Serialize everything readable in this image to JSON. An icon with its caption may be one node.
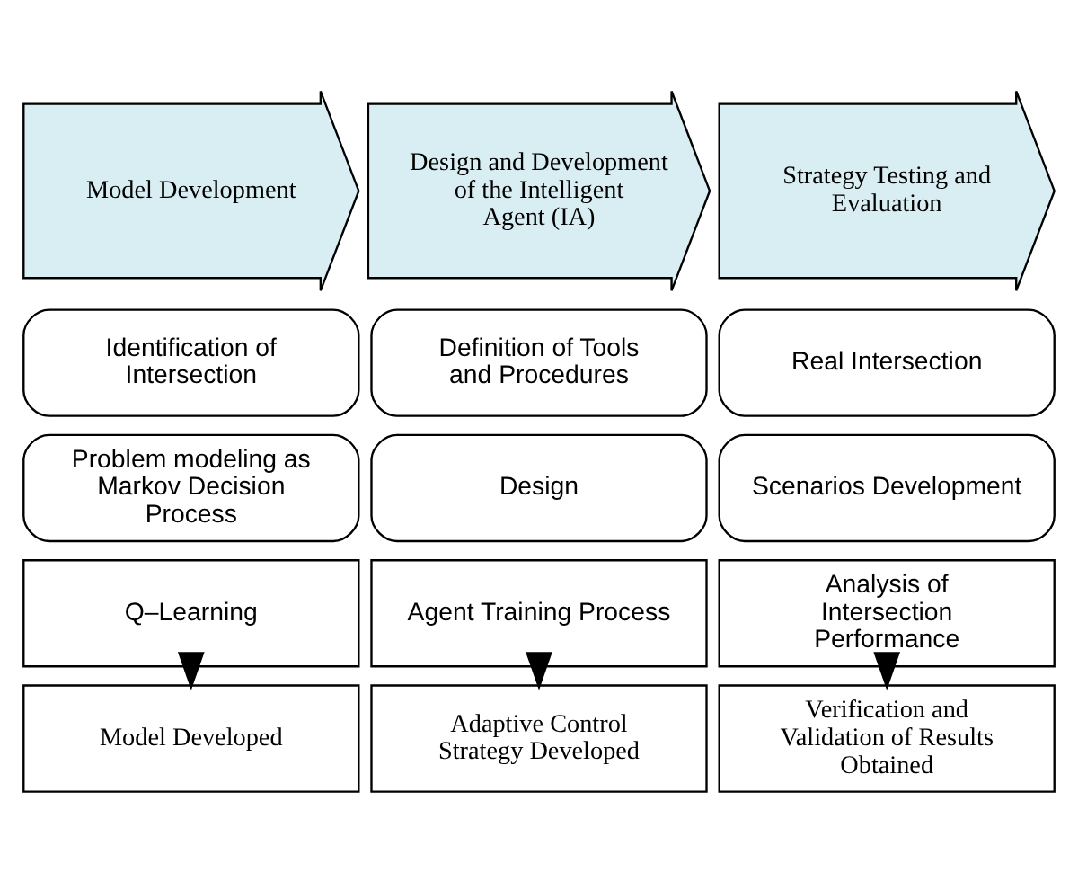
{
  "diagram": {
    "nodes": [
      {
        "text": [
          "Model Development"
        ]
      },
      {
        "text": [
          "Design and Development of the Intelligent Agent (IA)"
        ]
      },
      {
        "text": [
          "Strategy Testing and Evaluation"
        ]
      },
      {
        "text": [
          "Identification of Intersection"
        ]
      },
      {
        "text": [
          "Definition of Tools and Procedures"
        ]
      },
      {
        "text": [
          "Real Intersection"
        ]
      },
      {
        "text": [
          "Problem modeling as Markov Decision Process"
        ]
      },
      {
        "text": [
          "Design"
        ]
      },
      {
        "text": [
          "Scenarios Development"
        ]
      },
      {
        "text": [
          "Q–Learning"
        ]
      },
      {
        "text": [
          "Agent Training Process"
        ]
      },
      {
        "text": [
          "Analysis of Intersection Performance"
        ]
      },
      {
        "text": [
          "Model Developed"
        ]
      },
      {
        "text": [
          "Adaptive Control Strategy Developed"
        ]
      },
      {
        "text": [
          "Verification and Validation of Results Obtained"
        ]
      }
    ],
    "edges": [
      {
        "from": 9,
        "to": 12,
        "arrow": "to"
      },
      {
        "from": 10,
        "to": 13,
        "arrow": "to"
      },
      {
        "from": 11,
        "to": 14,
        "arrow": "to"
      }
    ]
  }
}
